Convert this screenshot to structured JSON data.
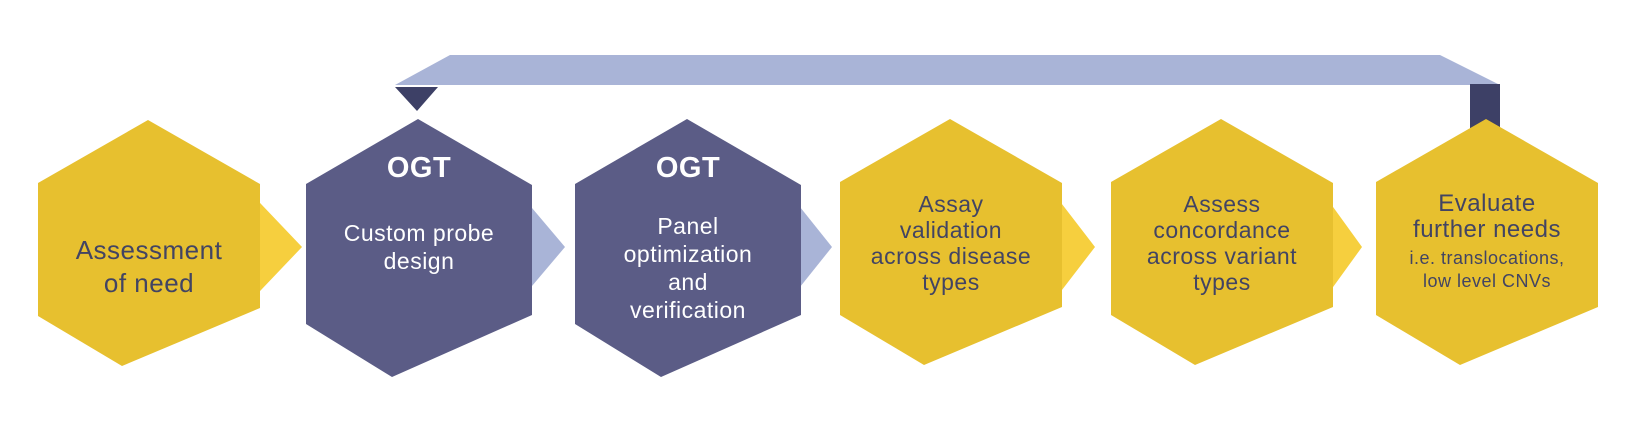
{
  "diagram": {
    "type": "process-flow",
    "description": "Six-step hexagon workflow with feedback arrow from last step back to custom probe design"
  },
  "colors": {
    "background": "#ffffff",
    "hex_yellow": "#E7C02F",
    "chevron_yellow": "#F6CF3E",
    "hex_purple": "#5B5C86",
    "chevron_lavender": "#A9B4D7",
    "band_lavender": "#A9B4D7",
    "dark_navy": "#3D4066",
    "text_dark": "#424463",
    "text_light": "#FFFFFF"
  },
  "steps": [
    {
      "variant": "yellow",
      "body": "Assessment\nof need"
    },
    {
      "variant": "purple",
      "label": "OGT",
      "body": "Custom probe\ndesign"
    },
    {
      "variant": "purple",
      "label": "OGT",
      "body": "Panel\noptimization\nand\nverification"
    },
    {
      "variant": "yellow",
      "body": "Assay\nvalidation\nacross disease\ntypes"
    },
    {
      "variant": "yellow",
      "body": "Assess\nconcordance\nacross variant\ntypes"
    },
    {
      "variant": "yellow",
      "body": "Evaluate\nfurther needs",
      "sub": "i.e. translocations,\nlow level CNVs"
    }
  ],
  "feedback_arrow": {
    "direction": "right-to-left",
    "from_step_index": 5,
    "to_step_index": 1
  }
}
